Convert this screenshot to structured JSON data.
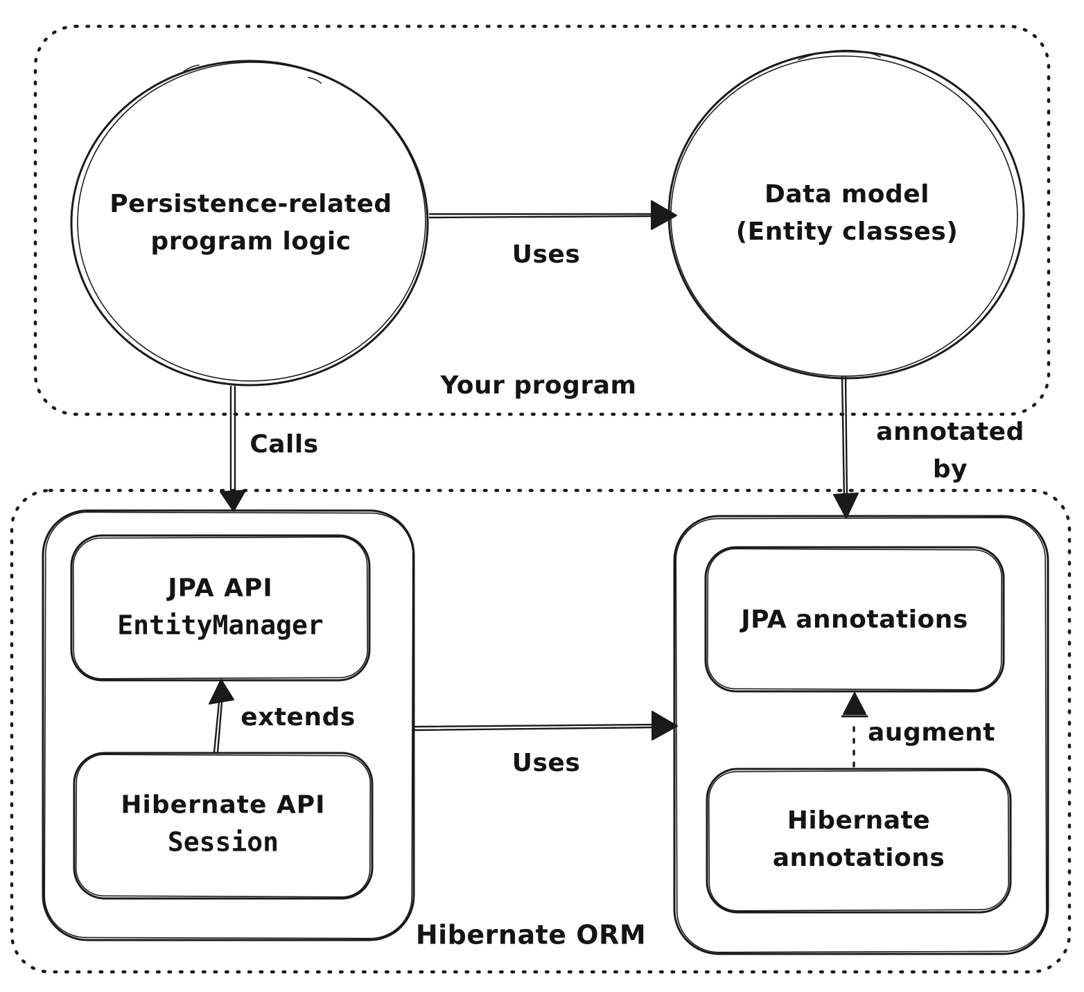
{
  "groups": {
    "your_program": "Your program",
    "hibernate_orm": "Hibernate ORM"
  },
  "nodes": {
    "persistence_logic": "Persistence-related\nprogram logic",
    "data_model": "Data model\n(Entity classes)",
    "jpa_api": {
      "title": "JPA API",
      "code": "EntityManager"
    },
    "hibernate_api": {
      "title": "Hibernate API",
      "code": "Session"
    },
    "jpa_annotations": "JPA annotations",
    "hibernate_annotations": "Hibernate\nannotations"
  },
  "edges": {
    "uses_top": "Uses",
    "calls": "Calls",
    "annotated_by": "annotated by",
    "extends": "extends",
    "uses_bottom": "Uses",
    "augment": "augment"
  },
  "colors": {
    "stroke": "#1a1a1a",
    "background": "#ffffff"
  }
}
